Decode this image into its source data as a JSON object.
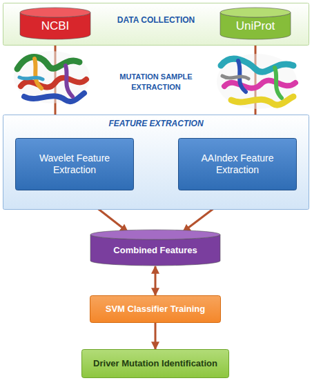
{
  "diagram": {
    "nodes": [
      {
        "text": [
          "DATA COLLECTION"
        ]
      },
      {
        "text": [
          "NCBI"
        ],
        "in": 0
      },
      {
        "text": [
          "UniProt"
        ],
        "in": 0
      },
      {
        "text": [
          "FEATURE EXTRACTION"
        ]
      },
      {
        "text": [
          "Wavelet Feature Extraction"
        ],
        "in": 3
      },
      {
        "text": [
          "AAIndex Feature Extraction"
        ],
        "in": 3
      },
      {
        "text": [
          "Combined Features"
        ]
      },
      {
        "text": [
          "SVM Classifier Training"
        ]
      },
      {
        "text": [
          "Driver Mutation Identification"
        ]
      }
    ],
    "edges": [
      {
        "from": 1,
        "to": 4,
        "arrow": "to"
      },
      {
        "from": 2,
        "to": 5,
        "arrow": "to"
      },
      {
        "from": 4,
        "to": 6,
        "arrow": "to"
      },
      {
        "from": 5,
        "to": 6,
        "arrow": "to"
      },
      {
        "from": 6,
        "to": 7,
        "arrow": "both"
      },
      {
        "from": 7,
        "to": 8,
        "arrow": "to"
      }
    ],
    "labels": [
      "MUTATION SAMPLE EXTRACTION"
    ]
  }
}
